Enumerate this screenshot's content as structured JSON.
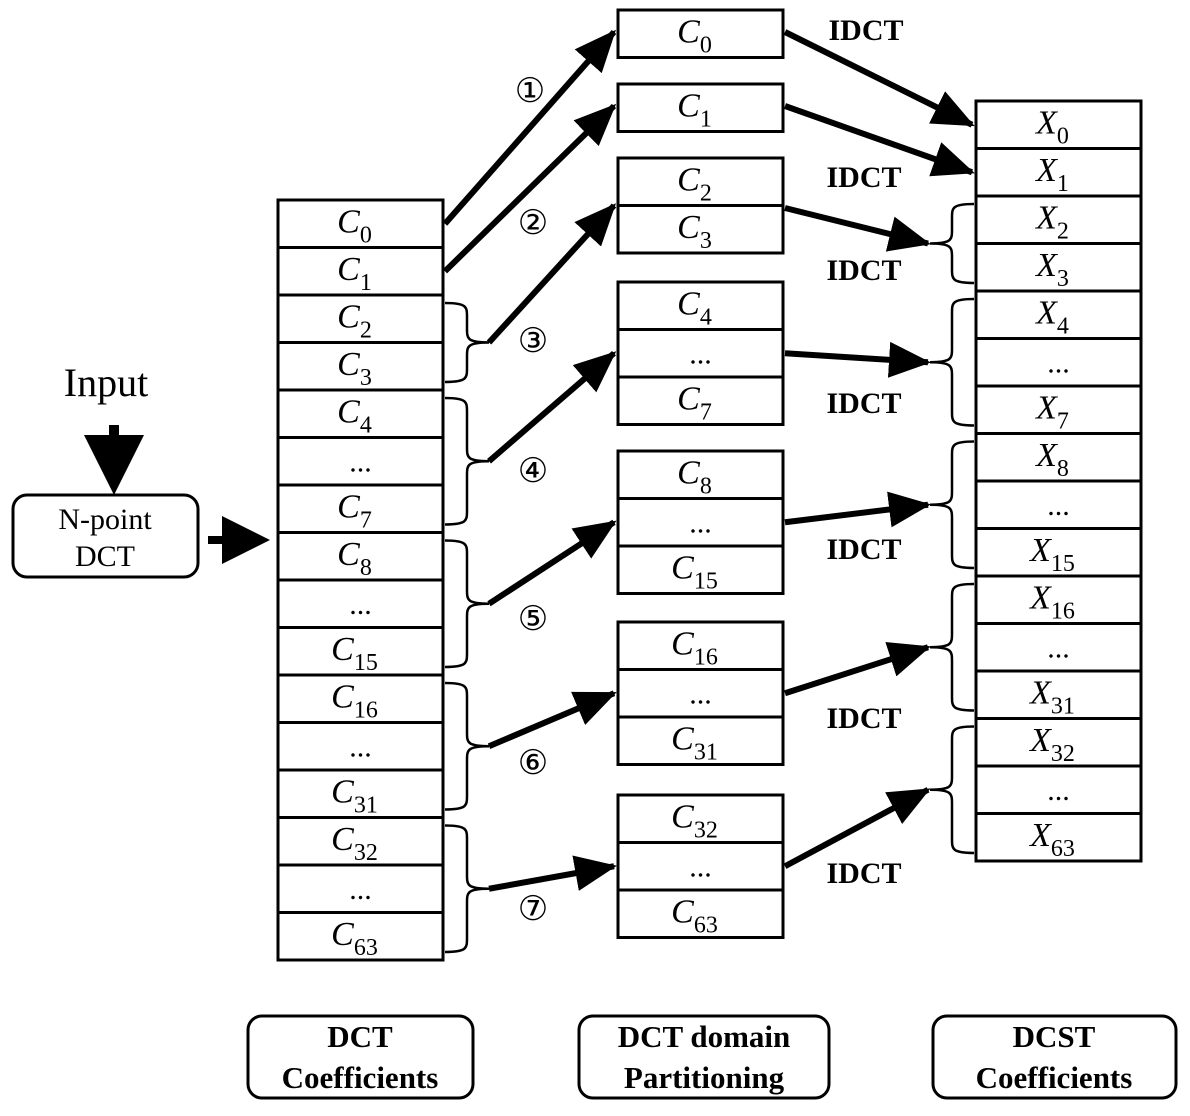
{
  "input_label": "Input",
  "ndct_box": {
    "line1": "N-point",
    "line2": "DCT"
  },
  "columns": {
    "dct_coefficients": {
      "label_line1": "DCT",
      "label_line2": "Coefficients",
      "cells": [
        {
          "main": "C",
          "sub": "0"
        },
        {
          "main": "C",
          "sub": "1"
        },
        {
          "main": "C",
          "sub": "2"
        },
        {
          "main": "C",
          "sub": "3"
        },
        {
          "main": "C",
          "sub": "4"
        },
        {
          "main": "...",
          "sub": ""
        },
        {
          "main": "C",
          "sub": "7"
        },
        {
          "main": "C",
          "sub": "8"
        },
        {
          "main": "...",
          "sub": ""
        },
        {
          "main": "C",
          "sub": "15"
        },
        {
          "main": "C",
          "sub": "16"
        },
        {
          "main": "...",
          "sub": ""
        },
        {
          "main": "C",
          "sub": "31"
        },
        {
          "main": "C",
          "sub": "32"
        },
        {
          "main": "...",
          "sub": ""
        },
        {
          "main": "C",
          "sub": "63"
        }
      ]
    },
    "partitioning": {
      "label_line1": "DCT domain",
      "label_line2": "Partitioning",
      "groups": [
        {
          "number": "①",
          "cells": [
            {
              "main": "C",
              "sub": "0"
            }
          ]
        },
        {
          "number": "②",
          "cells": [
            {
              "main": "C",
              "sub": "1"
            }
          ]
        },
        {
          "number": "③",
          "cells": [
            {
              "main": "C",
              "sub": "2"
            },
            {
              "main": "C",
              "sub": "3"
            }
          ]
        },
        {
          "number": "④",
          "cells": [
            {
              "main": "C",
              "sub": "4"
            },
            {
              "main": "...",
              "sub": ""
            },
            {
              "main": "C",
              "sub": "7"
            }
          ]
        },
        {
          "number": "⑤",
          "cells": [
            {
              "main": "C",
              "sub": "8"
            },
            {
              "main": "...",
              "sub": ""
            },
            {
              "main": "C",
              "sub": "15"
            }
          ]
        },
        {
          "number": "⑥",
          "cells": [
            {
              "main": "C",
              "sub": "16"
            },
            {
              "main": "...",
              "sub": ""
            },
            {
              "main": "C",
              "sub": "31"
            }
          ]
        },
        {
          "number": "⑦",
          "cells": [
            {
              "main": "C",
              "sub": "32"
            },
            {
              "main": "...",
              "sub": ""
            },
            {
              "main": "C",
              "sub": "63"
            }
          ]
        }
      ]
    },
    "dcst_coefficients": {
      "label_line1": "DCST",
      "label_line2": "Coefficients",
      "cells": [
        {
          "main": "X",
          "sub": "0"
        },
        {
          "main": "X",
          "sub": "1"
        },
        {
          "main": "X",
          "sub": "2"
        },
        {
          "main": "X",
          "sub": "3"
        },
        {
          "main": "X",
          "sub": "4"
        },
        {
          "main": "...",
          "sub": ""
        },
        {
          "main": "X",
          "sub": "7"
        },
        {
          "main": "X",
          "sub": "8"
        },
        {
          "main": "...",
          "sub": ""
        },
        {
          "main": "X",
          "sub": "15"
        },
        {
          "main": "X",
          "sub": "16"
        },
        {
          "main": "...",
          "sub": ""
        },
        {
          "main": "X",
          "sub": "31"
        },
        {
          "main": "X",
          "sub": "32"
        },
        {
          "main": "...",
          "sub": ""
        },
        {
          "main": "X",
          "sub": "63"
        }
      ]
    }
  },
  "idct_labels": [
    "IDCT",
    "IDCT",
    "IDCT",
    "IDCT",
    "IDCT",
    "IDCT",
    "IDCT"
  ]
}
